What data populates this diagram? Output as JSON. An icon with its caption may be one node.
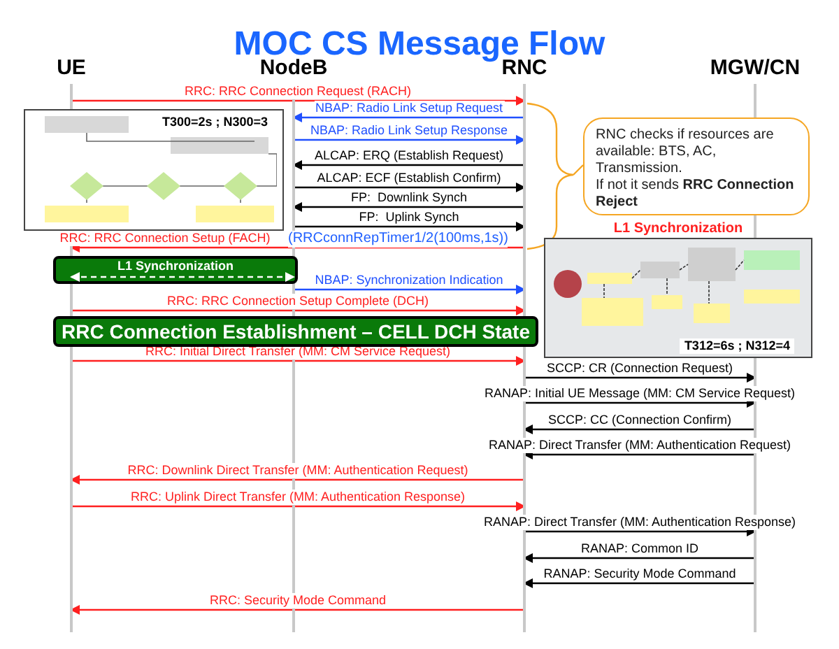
{
  "diagram": {
    "title": "MOC CS Message Flow",
    "nodes": [
      {
        "text": [
          "UE"
        ]
      },
      {
        "text": [
          "NodeB"
        ]
      },
      {
        "text": [
          "RNC"
        ]
      },
      {
        "text": [
          "MGW/CN"
        ]
      },
      {
        "text": [
          "RNC checks if resources are available: BTS, AC, Transmission.",
          "If not it sends **RRC Connection Reject**"
        ]
      },
      {
        "text": [
          "L1 Synchronization"
        ]
      },
      {
        "text": [
          "RRC Connection Establishment – CELL DCH State"
        ]
      },
      {
        "text": [
          "T300=2s ; N300=3"
        ]
      },
      {
        "text": [
          "L1 Synchronization",
          "T312=6s ; N312=4"
        ]
      }
    ],
    "edges": [
      {
        "from": 0,
        "to": 2,
        "arrow": "to",
        "label": "RRC: RRC Connection Request (RACH)",
        "color": "#ff2020"
      },
      {
        "from": 2,
        "to": 1,
        "arrow": "to",
        "label": "NBAP: Radio Link Setup Request",
        "color": "#2050ff"
      },
      {
        "from": 1,
        "to": 2,
        "arrow": "to",
        "label": "NBAP: Radio Link Setup Response",
        "color": "#2050ff"
      },
      {
        "from": 2,
        "to": 1,
        "arrow": "to",
        "label": "ALCAP: ERQ (Establish Request)"
      },
      {
        "from": 1,
        "to": 2,
        "arrow": "to",
        "label": "ALCAP: ECF (Establish Confirm)"
      },
      {
        "from": 2,
        "to": 1,
        "arrow": "to",
        "label": "FP:  Downlink Synch"
      },
      {
        "from": 1,
        "to": 2,
        "arrow": "to",
        "label": "FP:  Uplink Synch"
      },
      {
        "from": 2,
        "to": 0,
        "arrow": "to",
        "label": "RRC: RRC Connection Setup (FACH)",
        "color": "#ff2020"
      },
      {
        "from": 1,
        "to": 2,
        "arrow": "to",
        "label": "NBAP: Synchronization Indication",
        "color": "#2050ff"
      },
      {
        "from": 0,
        "to": 2,
        "arrow": "to",
        "label": "RRC: RRC Connection Setup Complete (DCH)",
        "color": "#ff2020"
      },
      {
        "from": 0,
        "to": 2,
        "arrow": "to",
        "label": "RRC: Initial Direct Transfer (MM: CM Service Request)",
        "color": "#ff2020"
      },
      {
        "from": 2,
        "to": 3,
        "arrow": "to",
        "label": "SCCP: CR (Connection Request)"
      },
      {
        "from": 2,
        "to": 3,
        "arrow": "to",
        "label": "RANAP: Initial UE Message (MM: CM Service Request)"
      },
      {
        "from": 3,
        "to": 2,
        "arrow": "to",
        "label": "SCCP: CC (Connection Confirm)"
      },
      {
        "from": 3,
        "to": 2,
        "arrow": "to",
        "label": "RANAP: Direct Transfer (MM: Authentication Request)"
      },
      {
        "from": 2,
        "to": 0,
        "arrow": "to",
        "label": "RRC: Downlink Direct Transfer (MM: Authentication Request)",
        "color": "#ff2020"
      },
      {
        "from": 0,
        "to": 2,
        "arrow": "to",
        "label": "RRC: Uplink Direct Transfer (MM: Authentication Response)",
        "color": "#ff2020"
      },
      {
        "from": 2,
        "to": 3,
        "arrow": "to",
        "label": "RANAP: Direct Transfer (MM: Authentication Response)"
      },
      {
        "from": 3,
        "to": 2,
        "arrow": "to",
        "label": "RANAP: Common ID"
      },
      {
        "from": 3,
        "to": 2,
        "arrow": "to",
        "label": "RANAP: Security Mode Command"
      },
      {
        "from": 2,
        "to": 0,
        "arrow": "to",
        "label": "RRC: Security Mode Command",
        "color": "#ff2020"
      },
      {
        "from": 2,
        "to": 4,
        "arrow": "none",
        "color": "#f5a623"
      },
      {
        "from": 0,
        "to": 1,
        "arrow": "both",
        "style": "dashed",
        "color": "#ffffff"
      }
    ],
    "labels": [
      "(RRCconnRepTimer1/2(100ms,1s))"
    ]
  }
}
